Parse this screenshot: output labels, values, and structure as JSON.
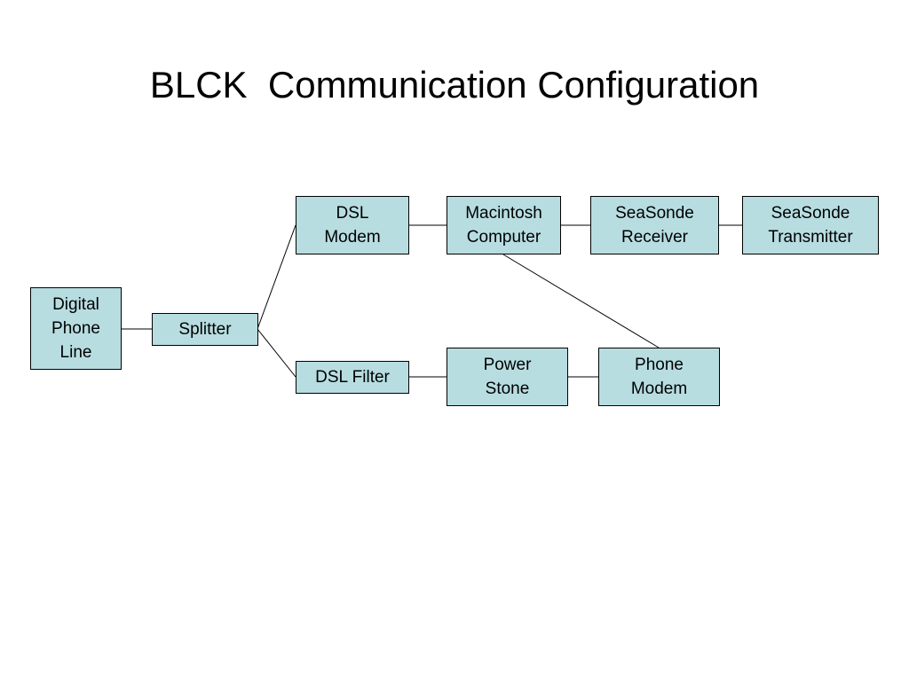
{
  "title": "BLCK  Communication Configuration",
  "colors": {
    "box_fill": "#b7dde1",
    "box_border": "#000000",
    "line": "#000000",
    "text": "#000000"
  },
  "nodes": {
    "digital_phone_line": "Digital\nPhone\nLine",
    "splitter": "Splitter",
    "dsl_modem": "DSL\nModem",
    "dsl_filter": "DSL Filter",
    "macintosh_computer": "Macintosh\nComputer",
    "seasonde_receiver": "SeaSonde\nReceiver",
    "seasonde_transmitter": "SeaSonde\nTransmitter",
    "power_stone": "Power\nStone",
    "phone_modem": "Phone\nModem"
  },
  "connections": [
    [
      "digital_phone_line",
      "splitter"
    ],
    [
      "splitter",
      "dsl_modem"
    ],
    [
      "splitter",
      "dsl_filter"
    ],
    [
      "dsl_modem",
      "macintosh_computer"
    ],
    [
      "macintosh_computer",
      "seasonde_receiver"
    ],
    [
      "seasonde_receiver",
      "seasonde_transmitter"
    ],
    [
      "macintosh_computer",
      "phone_modem"
    ],
    [
      "dsl_filter",
      "power_stone"
    ],
    [
      "power_stone",
      "phone_modem"
    ]
  ]
}
